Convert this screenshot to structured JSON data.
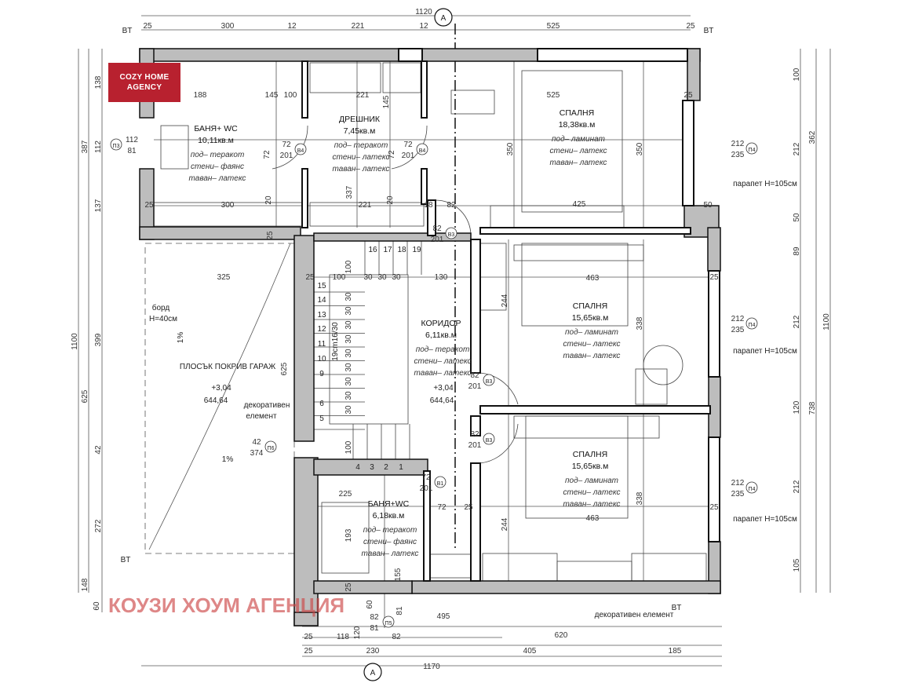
{
  "logo": {
    "line1": "COZY HOME",
    "line2": "AGENCY",
    "color": "#b8212f"
  },
  "watermark": {
    "text": "КОУЗИ ХОУМ АГЕНЦИЯ",
    "color": "#cd4646"
  },
  "section_marker": {
    "label": "A"
  },
  "rooms": [
    {
      "name": "БАНЯ+ WC",
      "area": "10,11кв.м",
      "finishes": [
        "под– теракот",
        "стени– фаянс",
        "таван– латекс"
      ]
    },
    {
      "name": "ДРЕШНИК",
      "area": "7,45кв.м",
      "finishes": [
        "под– теракот",
        "стени– латекс",
        "таван– латекс"
      ]
    },
    {
      "name": "СПАЛНЯ",
      "area": "18,38кв.м",
      "finishes": [
        "под– ламинат",
        "стени– латекс",
        "таван– латекс"
      ]
    },
    {
      "name": "СПАЛНЯ",
      "area": "15,65кв.м",
      "finishes": [
        "под– ламинат",
        "стени– латекс",
        "таван– латекс"
      ]
    },
    {
      "name": "СПАЛНЯ",
      "area": "15,65кв.м",
      "finishes": [
        "под– ламинат",
        "стени– латекс",
        "таван– латекс"
      ]
    },
    {
      "name": "КОРИДОР",
      "area": "6,11кв.м",
      "finishes": [
        "под– теракот",
        "стени– латекс",
        "таван– латекс"
      ]
    },
    {
      "name": "БАНЯ+WC",
      "area": "6,18кв.м",
      "finishes": [
        "под– теракот",
        "стени– фаянс",
        "таван– латекс"
      ]
    }
  ],
  "labels": [
    "ПЛОСЪК ПОКРИВ ГАРАЖ",
    "борд",
    "H=40см",
    "1%",
    "1%",
    "+3,04",
    "644,64",
    "+3,04",
    "644,64",
    "декоративен",
    "елемент",
    "парапет H=105см",
    "парапет H=105см",
    "парапет H=105см",
    "декоративен елемент",
    "BT",
    "BT",
    "BT",
    "BT",
    "19cm16/30"
  ],
  "openings": [
    {
      "tag": "П3",
      "width": "112",
      "height": "81"
    },
    {
      "tag": "В4",
      "width": "72",
      "height": "201"
    },
    {
      "tag": "В4",
      "width": "72",
      "height": "201"
    },
    {
      "tag": "В3",
      "width": "82",
      "height": "201"
    },
    {
      "tag": "П4",
      "width": "212",
      "height": "235"
    },
    {
      "tag": "В3",
      "width": "82",
      "height": "201"
    },
    {
      "tag": "В3",
      "width": "82",
      "height": "201"
    },
    {
      "tag": "П4",
      "width": "212",
      "height": "235"
    },
    {
      "tag": "П4",
      "width": "212",
      "height": "235"
    },
    {
      "tag": "П6",
      "width": "42",
      "height": "374"
    },
    {
      "tag": "В1",
      "width": "72",
      "height": "201"
    },
    {
      "tag": "П5",
      "width": "82",
      "height": "81"
    }
  ],
  "stair_steps": [
    "16",
    "17",
    "18",
    "19",
    "15",
    "14",
    "13",
    "12",
    "11",
    "10",
    "9",
    "6",
    "5",
    "4",
    "3",
    "2",
    "1"
  ],
  "dimensions": [
    "1120",
    "25",
    "300",
    "12",
    "221",
    "12",
    "525",
    "25",
    "1100",
    "387",
    "625",
    "148",
    "138",
    "112",
    "137",
    "399",
    "42",
    "272",
    "60",
    "100",
    "212",
    "50",
    "89",
    "212",
    "120",
    "212",
    "105",
    "362",
    "738",
    "1100",
    "495",
    "25",
    "118",
    "82",
    "620",
    "25",
    "230",
    "405",
    "185",
    "1170",
    "188",
    "145",
    "100",
    "221",
    "145",
    "525",
    "350",
    "350",
    "425",
    "300",
    "25",
    "221",
    "18",
    "82",
    "25",
    "50",
    "337",
    "72",
    "72",
    "20",
    "20",
    "25",
    "325",
    "25",
    "100",
    "30",
    "30",
    "30",
    "130",
    "100",
    "100",
    "625",
    "463",
    "244",
    "338",
    "25",
    "463",
    "338",
    "244",
    "25",
    "225",
    "193",
    "155",
    "25",
    "72",
    "25",
    "120",
    "60",
    "81",
    "30",
    "30",
    "30",
    "30",
    "30",
    "30",
    "30",
    "30",
    "30"
  ]
}
